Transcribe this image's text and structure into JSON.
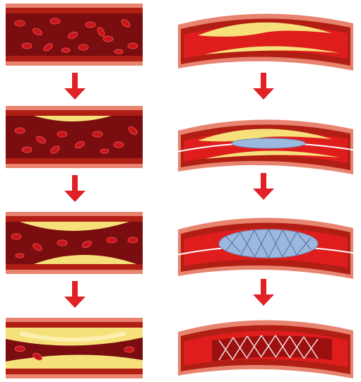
{
  "title": "",
  "colors": {
    "vessel_outer": "#e8836f",
    "vessel_wall": "#b01e14",
    "lumen": "#7a0d0f",
    "blood_cell": "#c8141b",
    "plaque": "#f6e07a",
    "plaque_light": "#fbf0b0",
    "arrow": "#e02126",
    "stent": "#9db8dd",
    "guidewire": "#ffffff"
  },
  "left_column": {
    "stages": [
      {
        "name": "healthy-artery",
        "plaque_level": 0.0
      },
      {
        "name": "early-plaque-artery",
        "plaque_level": 0.15
      },
      {
        "name": "moderate-plaque-artery",
        "plaque_level": 0.45
      },
      {
        "name": "severe-plaque-artery",
        "plaque_level": 0.75
      }
    ]
  },
  "right_column": {
    "stages": [
      {
        "name": "narrowed-artery"
      },
      {
        "name": "balloon-catheter-insertion"
      },
      {
        "name": "balloon-inflation-with-stent"
      },
      {
        "name": "stent-in-place"
      }
    ]
  },
  "arrows": [
    {
      "name": "left-arrow-1"
    },
    {
      "name": "left-arrow-2"
    },
    {
      "name": "left-arrow-3"
    },
    {
      "name": "right-arrow-1"
    },
    {
      "name": "right-arrow-2"
    },
    {
      "name": "right-arrow-3"
    }
  ]
}
